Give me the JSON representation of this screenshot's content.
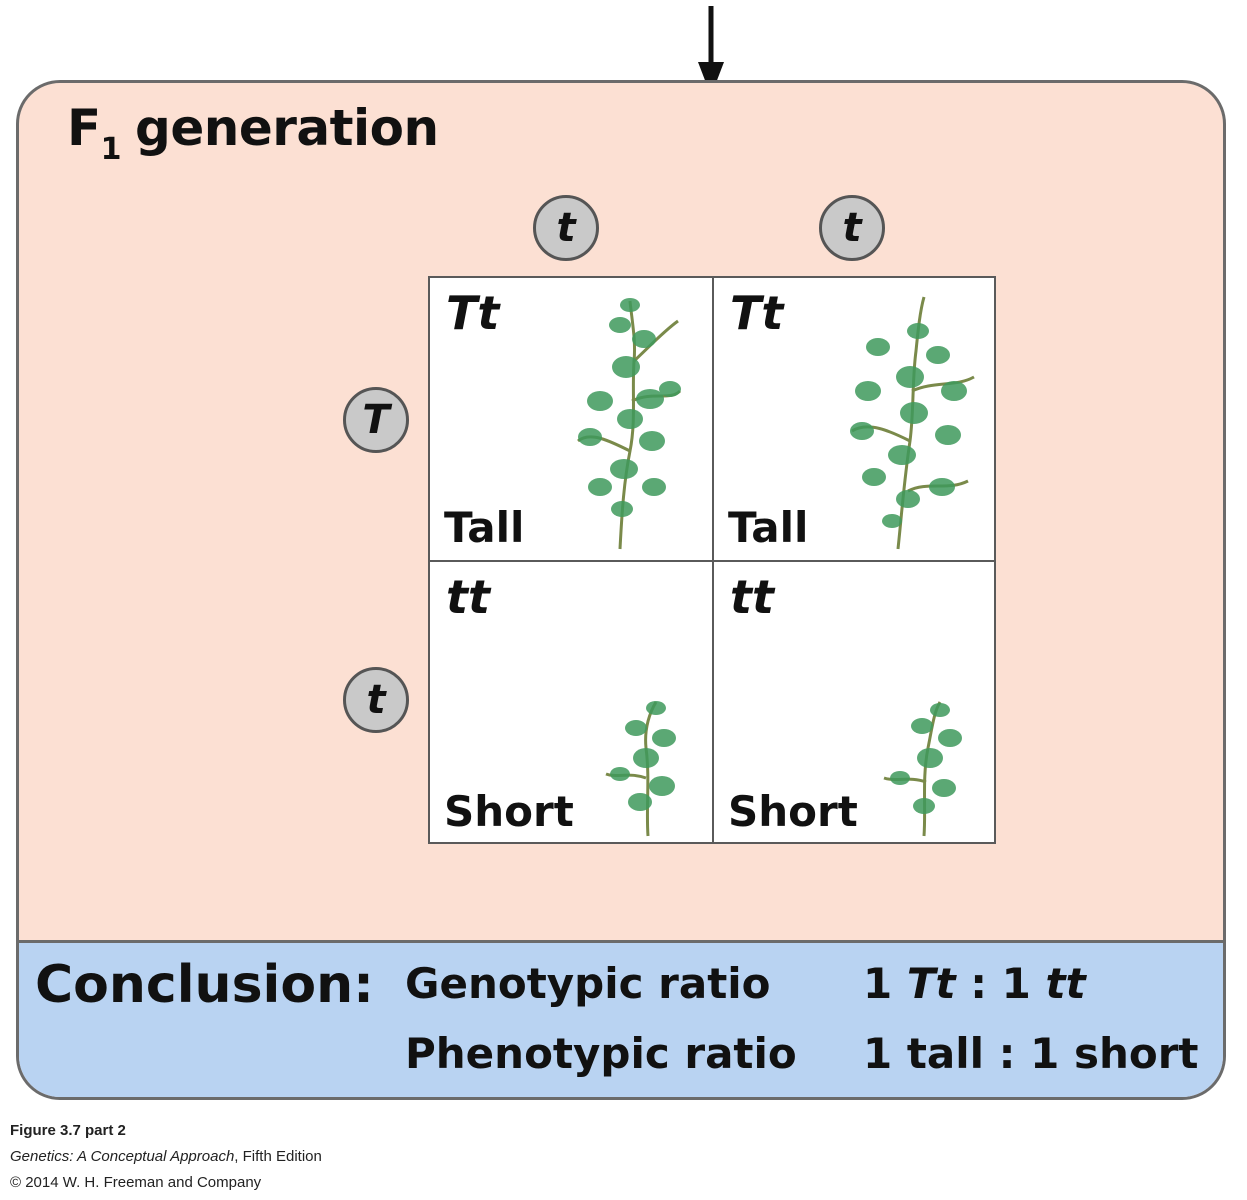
{
  "panel": {
    "title_main": "F",
    "title_sub": "1",
    "title_rest": "generation"
  },
  "alleles": {
    "top": [
      "t",
      "t"
    ],
    "left": [
      "T",
      "t"
    ]
  },
  "cells": [
    {
      "genotype": "Tt",
      "phenotype": "Tall"
    },
    {
      "genotype": "Tt",
      "phenotype": "Tall"
    },
    {
      "genotype": "tt",
      "phenotype": "Short"
    },
    {
      "genotype": "tt",
      "phenotype": "Short"
    }
  ],
  "conclusion": {
    "label": "Conclusion:",
    "genotypic_label": "Genotypic ratio",
    "genotypic_value": {
      "a_count": "1",
      "a_geno": "Tt",
      "sep": ":",
      "b_count": "1",
      "b_geno": "tt"
    },
    "phenotypic_label": "Phenotypic ratio",
    "phenotypic_value": "1 tall : 1 short"
  },
  "caption": {
    "figure": "Figure 3.7 part 2",
    "book_title": "Genetics: A Conceptual Approach",
    "edition": ", Fifth Edition",
    "copyright": "© 2014 W. H. Freeman and Company"
  },
  "colors": {
    "panel_bg": "#fce0d3",
    "conclusion_bg": "#b9d3f2",
    "allele_circle": "#c9c9c9",
    "plant_green": "#3f9a5c"
  }
}
